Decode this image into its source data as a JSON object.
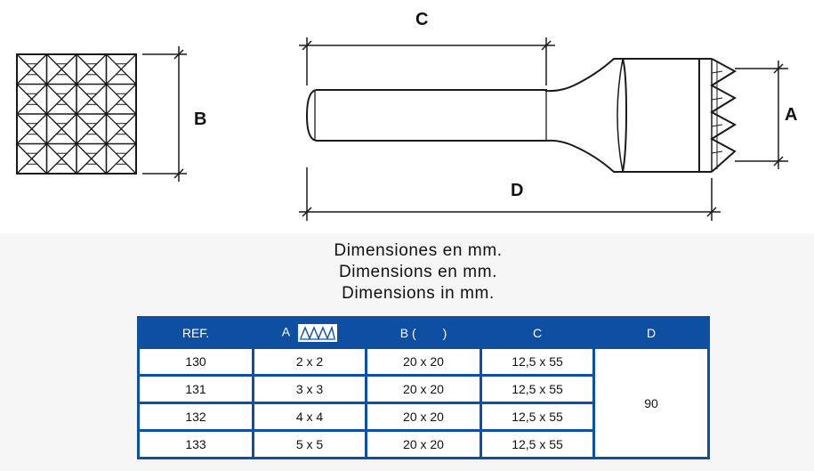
{
  "drawing": {
    "label_a": "A",
    "label_b": "B",
    "label_c": "C",
    "label_d": "D"
  },
  "caption": {
    "line_es": "Dimensiones en mm.",
    "line_fr": "Dimensions en mm.",
    "line_en": "Dimensions in mm."
  },
  "table": {
    "headers": {
      "ref": "REF.",
      "a": "A",
      "b_open": "B (",
      "b_close": ")",
      "c": "C",
      "d": "D"
    },
    "rows": [
      {
        "ref": "130",
        "a": "2 x 2",
        "b": "20 x 20",
        "c": "12,5 x 55"
      },
      {
        "ref": "131",
        "a": "3 x 3",
        "b": "20 x 20",
        "c": "12,5 x 55"
      },
      {
        "ref": "132",
        "a": "4 x 4",
        "b": "20 x 20",
        "c": "12,5 x 55"
      },
      {
        "ref": "133",
        "a": "5 x 5",
        "b": "20 x 20",
        "c": "12,5 x 55"
      }
    ],
    "d_value": "90"
  },
  "colors": {
    "header_blue": "#0e4fa1",
    "line": "#1a1a1a"
  }
}
